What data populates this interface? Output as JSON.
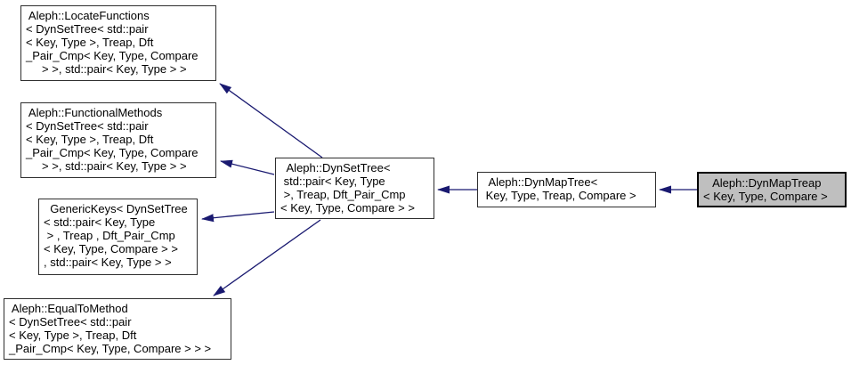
{
  "diagram": {
    "type": "class-inheritance-graph",
    "colors": {
      "background": "#ffffff",
      "arrow": "#191970",
      "node_border": "#2e2e2e",
      "node_fill": "#ffffff",
      "highlight_fill": "#bfbfbf",
      "text": "#000000"
    },
    "nodes": [
      {
        "id": "locate-functions",
        "highlighted": false,
        "lines": [
          " Aleph::LocateFunctions",
          "< DynSetTree< std::pair",
          "< Key, Type >, Treap, Dft",
          "_Pair_Cmp< Key, Type, Compare",
          "     > >, std::pair< Key, Type > >"
        ]
      },
      {
        "id": "functional-methods",
        "highlighted": false,
        "lines": [
          " Aleph::FunctionalMethods",
          "< DynSetTree< std::pair",
          "< Key, Type >, Treap, Dft",
          "_Pair_Cmp< Key, Type, Compare",
          "     > >, std::pair< Key, Type > >"
        ]
      },
      {
        "id": "generic-keys",
        "highlighted": false,
        "lines": [
          "  GenericKeys< DynSetTree",
          "< std::pair< Key, Type",
          " > , Treap , Dft_Pair_Cmp",
          "< Key, Type, Compare > >",
          ", std::pair< Key, Type > >"
        ]
      },
      {
        "id": "equal-to-method",
        "highlighted": false,
        "lines": [
          " Aleph::EqualToMethod",
          "< DynSetTree< std::pair",
          "< Key, Type >, Treap, Dft",
          "_Pair_Cmp< Key, Type, Compare > > >"
        ]
      },
      {
        "id": "dyn-set-tree",
        "highlighted": false,
        "lines": [
          "  Aleph::DynSetTree<",
          " std::pair< Key, Type",
          " >, Treap, Dft_Pair_Cmp",
          "< Key, Type, Compare > >"
        ]
      },
      {
        "id": "dyn-map-tree",
        "highlighted": false,
        "lines": [
          "  Aleph::DynMapTree<",
          " Key, Type, Treap, Compare >"
        ]
      },
      {
        "id": "dyn-map-treap",
        "highlighted": true,
        "lines": [
          "   Aleph::DynMapTreap",
          "< Key, Type, Compare >"
        ]
      }
    ],
    "edges": [
      {
        "from": "dyn-set-tree",
        "to": "locate-functions"
      },
      {
        "from": "dyn-set-tree",
        "to": "functional-methods"
      },
      {
        "from": "dyn-set-tree",
        "to": "generic-keys"
      },
      {
        "from": "dyn-set-tree",
        "to": "equal-to-method"
      },
      {
        "from": "dyn-map-tree",
        "to": "dyn-set-tree"
      },
      {
        "from": "dyn-map-treap",
        "to": "dyn-map-tree"
      }
    ]
  }
}
